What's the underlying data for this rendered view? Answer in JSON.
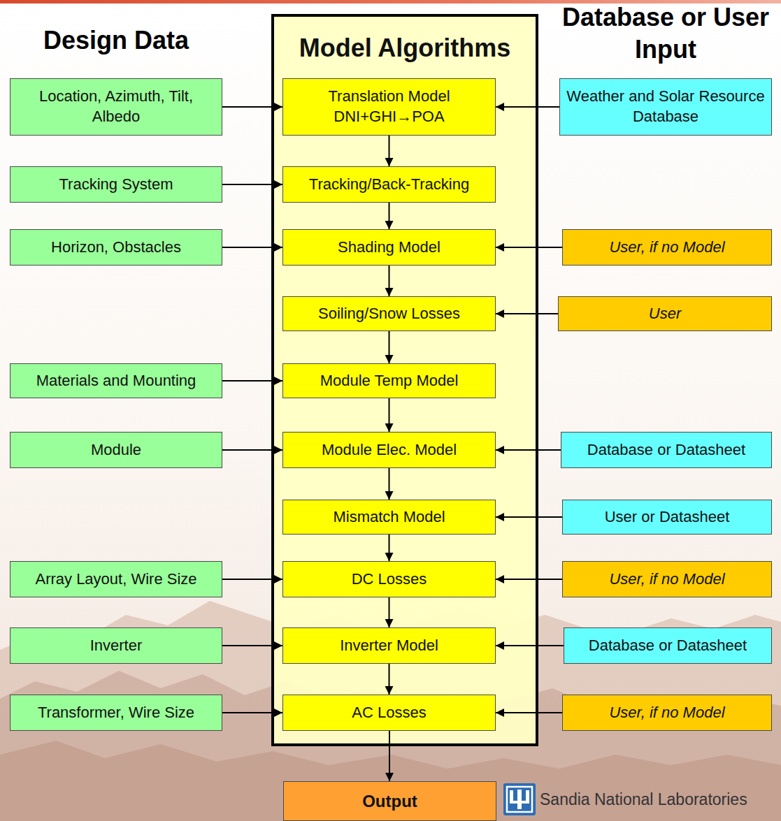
{
  "diagram": {
    "nodes": [
      {
        "text": [
          "Model Algorithms"
        ]
      },
      {
        "text": [
          "Location, Azimuth, Tilt, Albedo"
        ]
      },
      {
        "text": [
          "Translation Model",
          "DNI+GHI→POA"
        ],
        "in": 0
      },
      {
        "text": [
          "Weather and Solar Resource Database"
        ]
      },
      {
        "text": [
          "Tracking System"
        ]
      },
      {
        "text": [
          "Tracking/Back-Tracking"
        ],
        "in": 0
      },
      {
        "text": [
          "Horizon, Obstacles"
        ]
      },
      {
        "text": [
          "Shading Model"
        ],
        "in": 0
      },
      {
        "text": [
          "User, if no Model"
        ]
      },
      {
        "text": [
          "Soiling/Snow Losses"
        ],
        "in": 0
      },
      {
        "text": [
          "User"
        ]
      },
      {
        "text": [
          "Materials and Mounting"
        ]
      },
      {
        "text": [
          "Module Temp Model"
        ],
        "in": 0
      },
      {
        "text": [
          "Module"
        ]
      },
      {
        "text": [
          "Module Elec. Model"
        ],
        "in": 0
      },
      {
        "text": [
          "Database or Datasheet"
        ]
      },
      {
        "text": [
          "Mismatch Model"
        ],
        "in": 0
      },
      {
        "text": [
          "User or Datasheet"
        ]
      },
      {
        "text": [
          "Array Layout, Wire Size"
        ]
      },
      {
        "text": [
          "DC Losses"
        ],
        "in": 0
      },
      {
        "text": [
          "User, if no Model"
        ]
      },
      {
        "text": [
          "Inverter"
        ]
      },
      {
        "text": [
          "Inverter Model"
        ],
        "in": 0
      },
      {
        "text": [
          "Database or Datasheet"
        ]
      },
      {
        "text": [
          "Transformer, Wire Size"
        ]
      },
      {
        "text": [
          "AC Losses"
        ],
        "in": 0
      },
      {
        "text": [
          "User, if no Model"
        ]
      },
      {
        "text": [
          "Output"
        ]
      }
    ],
    "edges": [
      {
        "from": 1,
        "to": 2,
        "arrow": "to"
      },
      {
        "from": 3,
        "to": 2,
        "arrow": "to"
      },
      {
        "from": 2,
        "to": 5,
        "arrow": "to"
      },
      {
        "from": 4,
        "to": 5,
        "arrow": "to"
      },
      {
        "from": 5,
        "to": 7,
        "arrow": "to"
      },
      {
        "from": 6,
        "to": 7,
        "arrow": "to"
      },
      {
        "from": 8,
        "to": 7,
        "arrow": "to"
      },
      {
        "from": 7,
        "to": 9,
        "arrow": "to"
      },
      {
        "from": 10,
        "to": 9,
        "arrow": "to"
      },
      {
        "from": 9,
        "to": 12,
        "arrow": "to"
      },
      {
        "from": 11,
        "to": 12,
        "arrow": "to"
      },
      {
        "from": 12,
        "to": 14,
        "arrow": "to"
      },
      {
        "from": 13,
        "to": 14,
        "arrow": "to"
      },
      {
        "from": 15,
        "to": 14,
        "arrow": "to"
      },
      {
        "from": 14,
        "to": 16,
        "arrow": "to"
      },
      {
        "from": 17,
        "to": 16,
        "arrow": "to"
      },
      {
        "from": 16,
        "to": 19,
        "arrow": "to"
      },
      {
        "from": 18,
        "to": 19,
        "arrow": "to"
      },
      {
        "from": 20,
        "to": 19,
        "arrow": "to"
      },
      {
        "from": 19,
        "to": 22,
        "arrow": "to"
      },
      {
        "from": 21,
        "to": 22,
        "arrow": "to"
      },
      {
        "from": 23,
        "to": 22,
        "arrow": "to"
      },
      {
        "from": 22,
        "to": 25,
        "arrow": "to"
      },
      {
        "from": 24,
        "to": 25,
        "arrow": "to"
      },
      {
        "from": 26,
        "to": 25,
        "arrow": "to"
      },
      {
        "from": 25,
        "to": 27,
        "arrow": "to"
      }
    ],
    "labels": [
      "Design Data",
      "Database or User Input",
      "Sandia National Laboratories"
    ]
  }
}
